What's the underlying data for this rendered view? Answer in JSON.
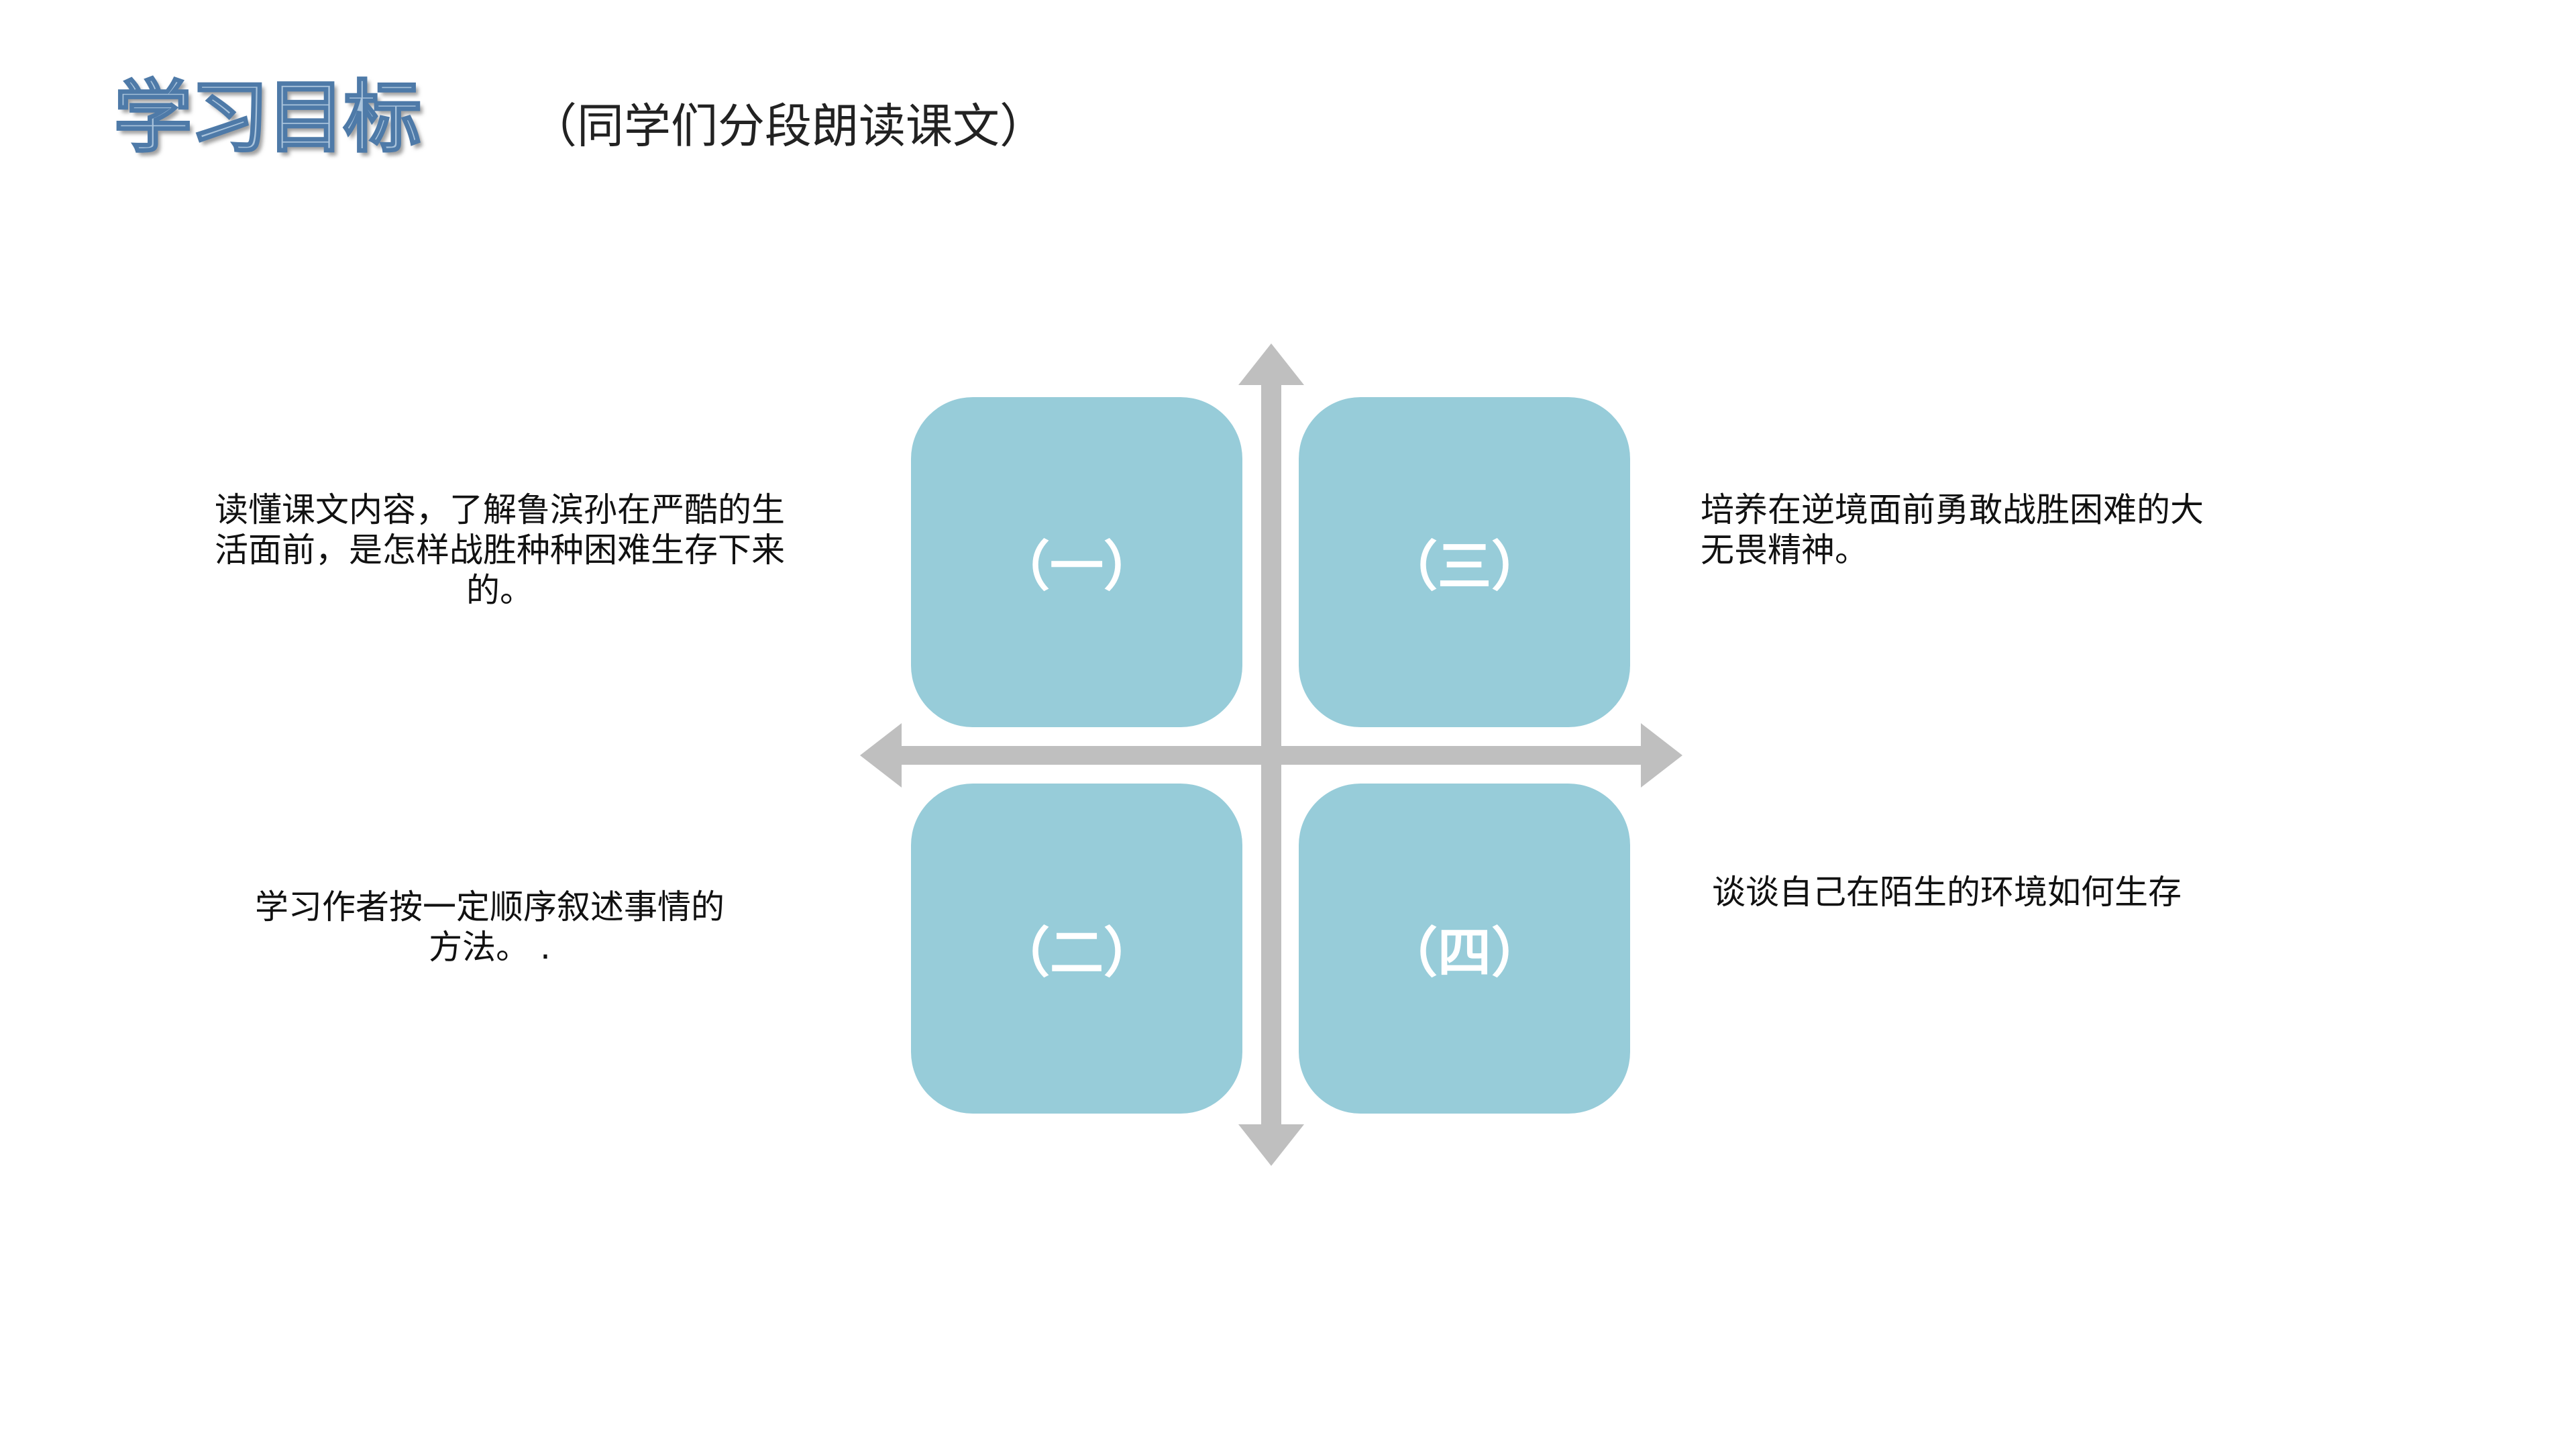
{
  "title": "学习目标",
  "subtitle": "（同学们分段朗读课文）",
  "quadrants": {
    "q1": "（一）",
    "q2": "（二）",
    "q3": "（三）",
    "q4": "（四）"
  },
  "descriptions": {
    "d1": "读懂课文内容，了解鲁滨孙在严酷的生活面前，是怎样战胜种种困难生存下来的。",
    "d2": "学习作者按一定顺序叙述事情的方法。 .",
    "d3": "培养在逆境面前勇敢战胜困难的大无畏精神。",
    "d4": "谈谈自己在陌生的环境如何生存"
  },
  "colors": {
    "box": "#97ccd9",
    "arrow": "#bfbfbf",
    "title_fill": "#aac4dc",
    "title_stroke": "#4e7aa8"
  }
}
